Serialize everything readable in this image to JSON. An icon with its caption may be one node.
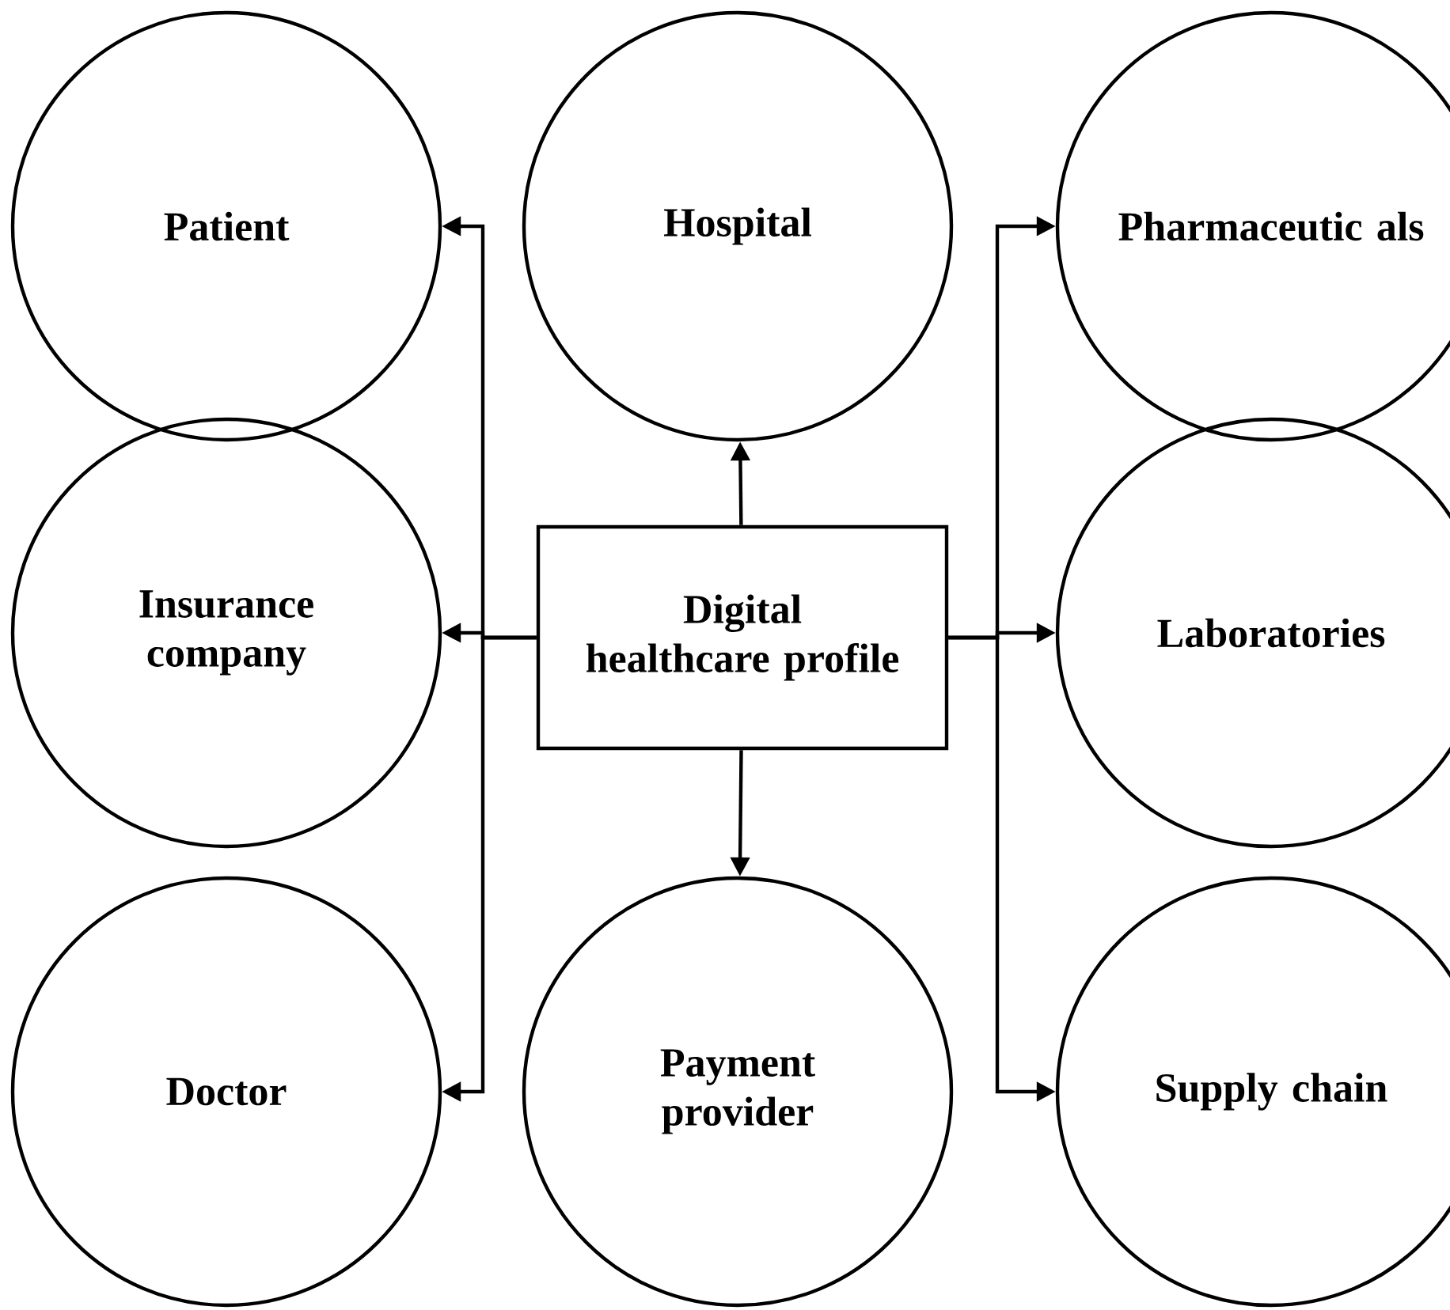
{
  "diagram": {
    "nodes": [
      {
        "text": [
          "Patient"
        ]
      },
      {
        "text": [
          "Hospital"
        ]
      },
      {
        "text": [
          "Pharmaceutic als"
        ]
      },
      {
        "text": [
          "Insurance company"
        ]
      },
      {
        "text": [
          "Digital healthcare profile"
        ]
      },
      {
        "text": [
          "Laboratories"
        ]
      },
      {
        "text": [
          "Doctor"
        ]
      },
      {
        "text": [
          "Payment provider"
        ]
      },
      {
        "text": [
          "Supply chain"
        ]
      }
    ],
    "edges": [
      {
        "from": 4,
        "to": 0,
        "arrow": "to"
      },
      {
        "from": 4,
        "to": 3,
        "arrow": "to"
      },
      {
        "from": 4,
        "to": 6,
        "arrow": "to"
      },
      {
        "from": 4,
        "to": 1,
        "arrow": "to"
      },
      {
        "from": 4,
        "to": 7,
        "arrow": "to"
      },
      {
        "from": 4,
        "to": 2,
        "arrow": "to"
      },
      {
        "from": 4,
        "to": 5,
        "arrow": "to"
      },
      {
        "from": 4,
        "to": 8,
        "arrow": "to"
      }
    ]
  }
}
